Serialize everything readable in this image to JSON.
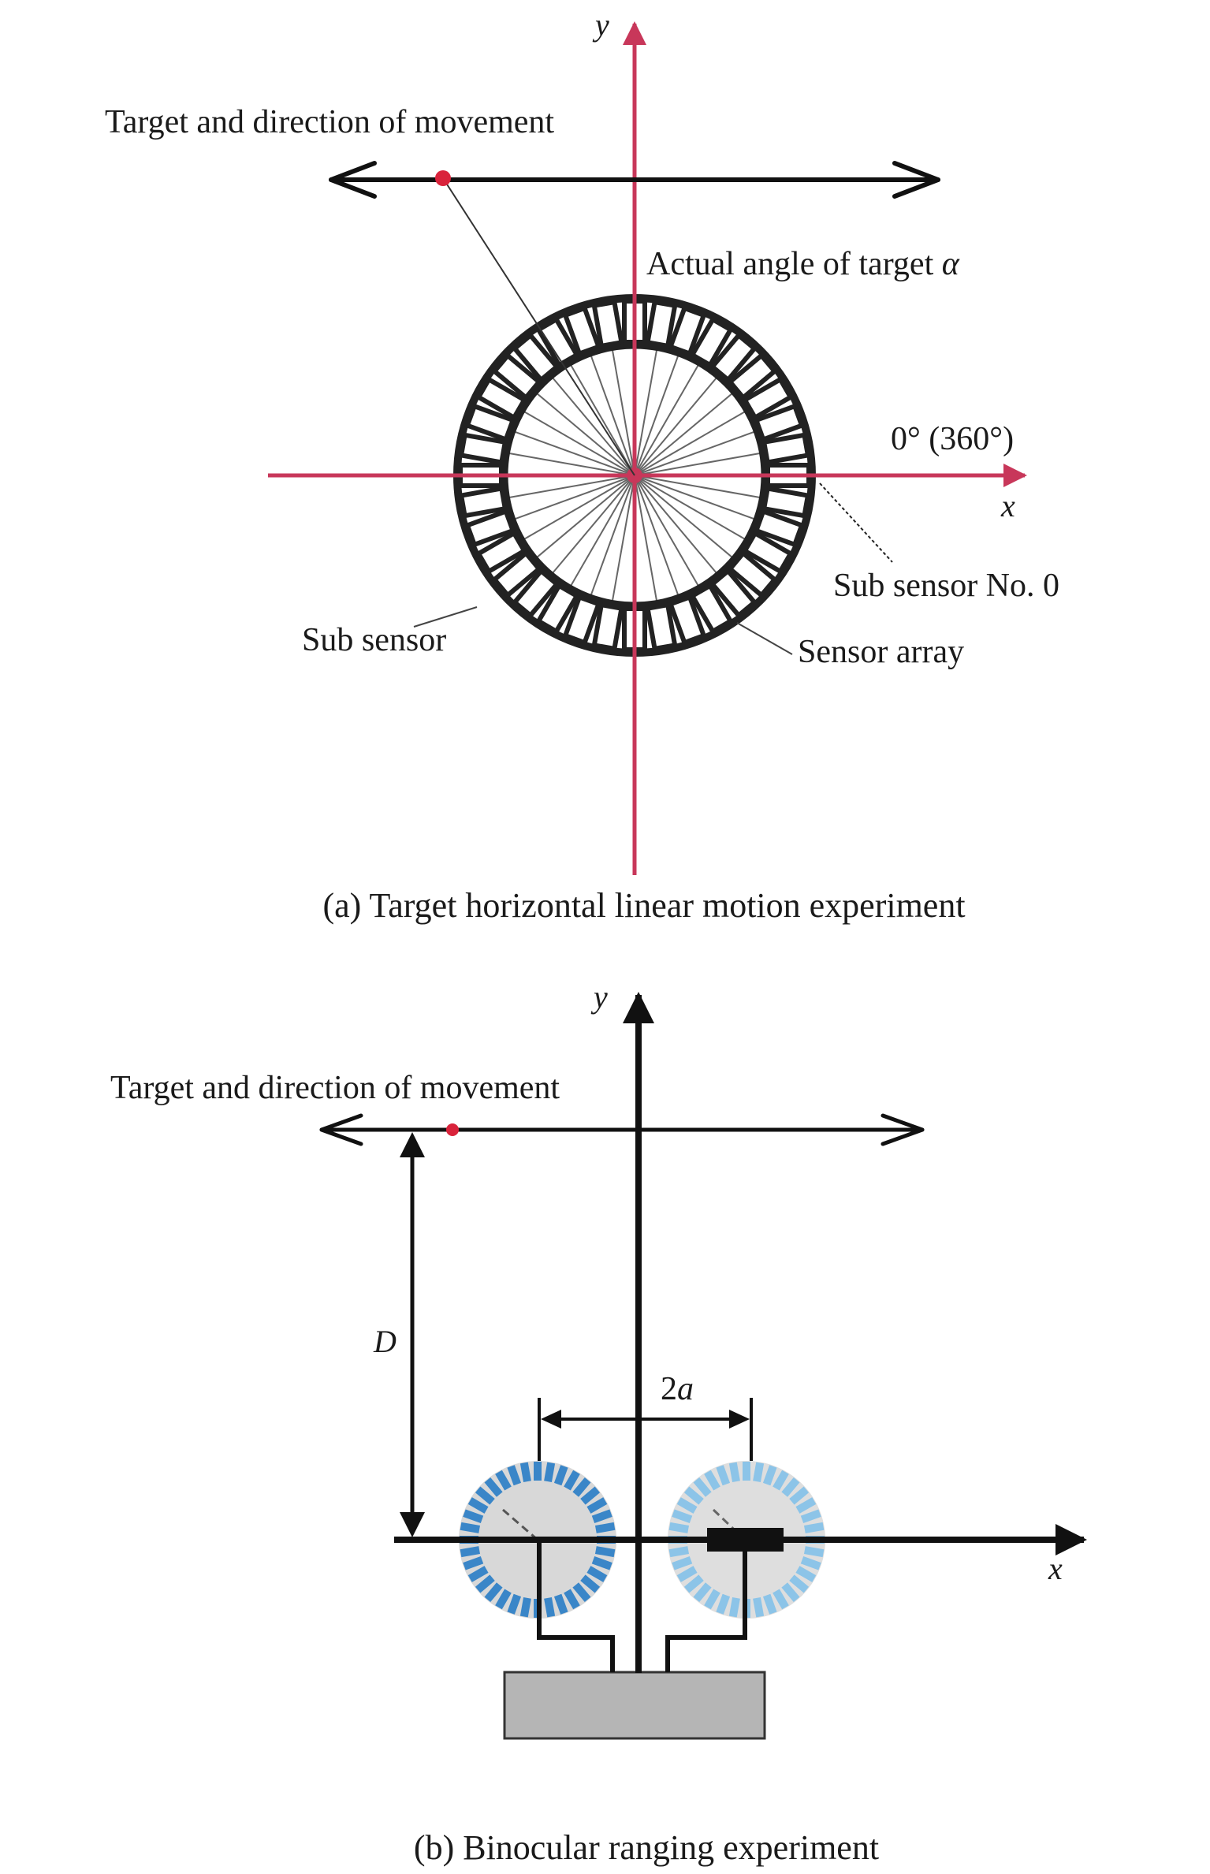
{
  "panel_a": {
    "axis_y": "y",
    "axis_x": "x",
    "target_label": "Target and direction of movement",
    "angle_label_prefix": "Actual angle of target ",
    "angle_label_symbol": "α",
    "zero_label": "0° (360°)",
    "sub_sensor_zero_label": "Sub sensor No. 0",
    "sub_sensor_label": "Sub sensor",
    "sensor_array_label": "Sensor array",
    "caption": "(a) Target horizontal linear motion experiment",
    "sensor_count": 36,
    "colors": {
      "axis": "#c8375a",
      "target": "#d9233b",
      "ring": "#222222"
    }
  },
  "panel_b": {
    "axis_y": "y",
    "axis_x": "x",
    "target_label": "Target and direction of movement",
    "distance_label": "D",
    "baseline_label_num": "2",
    "baseline_label_var": "a",
    "caption": "(b) Binocular ranging experiment",
    "sensor_count": 36,
    "colors": {
      "left_ring": "#3a86c8",
      "right_ring": "#8cc4e8",
      "disk": "#d8d8d8",
      "base": "#b5b5b5",
      "target": "#d9233b"
    }
  }
}
